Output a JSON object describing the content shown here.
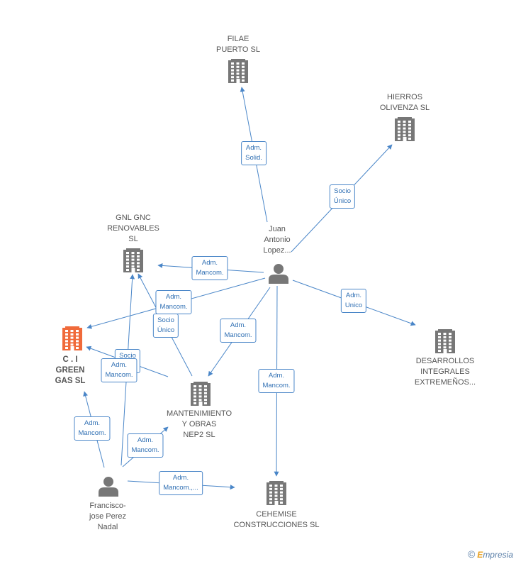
{
  "diagram": {
    "nodes": [
      {
        "id": "filae",
        "type": "company",
        "label": "FILAE\nPUERTO SL",
        "highlight": false
      },
      {
        "id": "hierros",
        "type": "company",
        "label": "HIERROS\nOLIVENZA SL",
        "highlight": false
      },
      {
        "id": "gnl",
        "type": "company",
        "label": "GNL GNC\nRENOVABLES\nSL",
        "highlight": false
      },
      {
        "id": "ci_green",
        "type": "company",
        "label": "C . I\nGREEN\nGAS SL",
        "highlight": true
      },
      {
        "id": "desarrollos",
        "type": "company",
        "label": "DESARROLLOS\nINTEGRALES\nEXTREMEÑOS...",
        "highlight": false
      },
      {
        "id": "mantenimiento",
        "type": "company",
        "label": "MANTENIMIENTO\nY OBRAS\nNEP2 SL",
        "highlight": false
      },
      {
        "id": "cehemise",
        "type": "company",
        "label": "CEHEMISE\nCONSTRUCCIONES SL",
        "highlight": false
      },
      {
        "id": "juan",
        "type": "person",
        "label": "Juan\nAntonio\nLopez...",
        "highlight": false
      },
      {
        "id": "francisco",
        "type": "person",
        "label": "Francisco-\njose Perez\nNadal",
        "highlight": false
      }
    ],
    "edges": [
      {
        "from": "juan",
        "to": "filae",
        "label": "Adm.\nSolid."
      },
      {
        "from": "juan",
        "to": "hierros",
        "label": "Socio\nÚnico"
      },
      {
        "from": "juan",
        "to": "gnl",
        "label": "Adm.\nMancom."
      },
      {
        "from": "juan",
        "to": "ci_green",
        "label": "Adm.\nMancom."
      },
      {
        "from": "juan",
        "to": "mantenimiento",
        "label": "Adm.\nMancom."
      },
      {
        "from": "juan",
        "to": "desarrollos",
        "label": "Adm.\nUnico"
      },
      {
        "from": "juan",
        "to": "cehemise",
        "label": "Adm.\nMancom."
      },
      {
        "from": "mantenimiento",
        "to": "gnl",
        "label": "Socio\nÚnico"
      },
      {
        "from": "mantenimiento",
        "to": "ci_green",
        "label": "Socio\nÚnico"
      },
      {
        "from": "francisco",
        "to": "gnl",
        "label": "Adm.\nMancom."
      },
      {
        "from": "francisco",
        "to": "ci_green",
        "label": "Adm.\nMancom."
      },
      {
        "from": "francisco",
        "to": "mantenimiento",
        "label": "Adm.\nMancom."
      },
      {
        "from": "francisco",
        "to": "cehemise",
        "label": "Adm.\nMancom.,..."
      }
    ]
  },
  "colors": {
    "edge": "#4a86c8",
    "company": "#777777",
    "highlight": "#f06a3a",
    "person": "#777777"
  },
  "footer": {
    "copyright": "©",
    "brand_e": "E",
    "brand_rest": "mpresia"
  }
}
